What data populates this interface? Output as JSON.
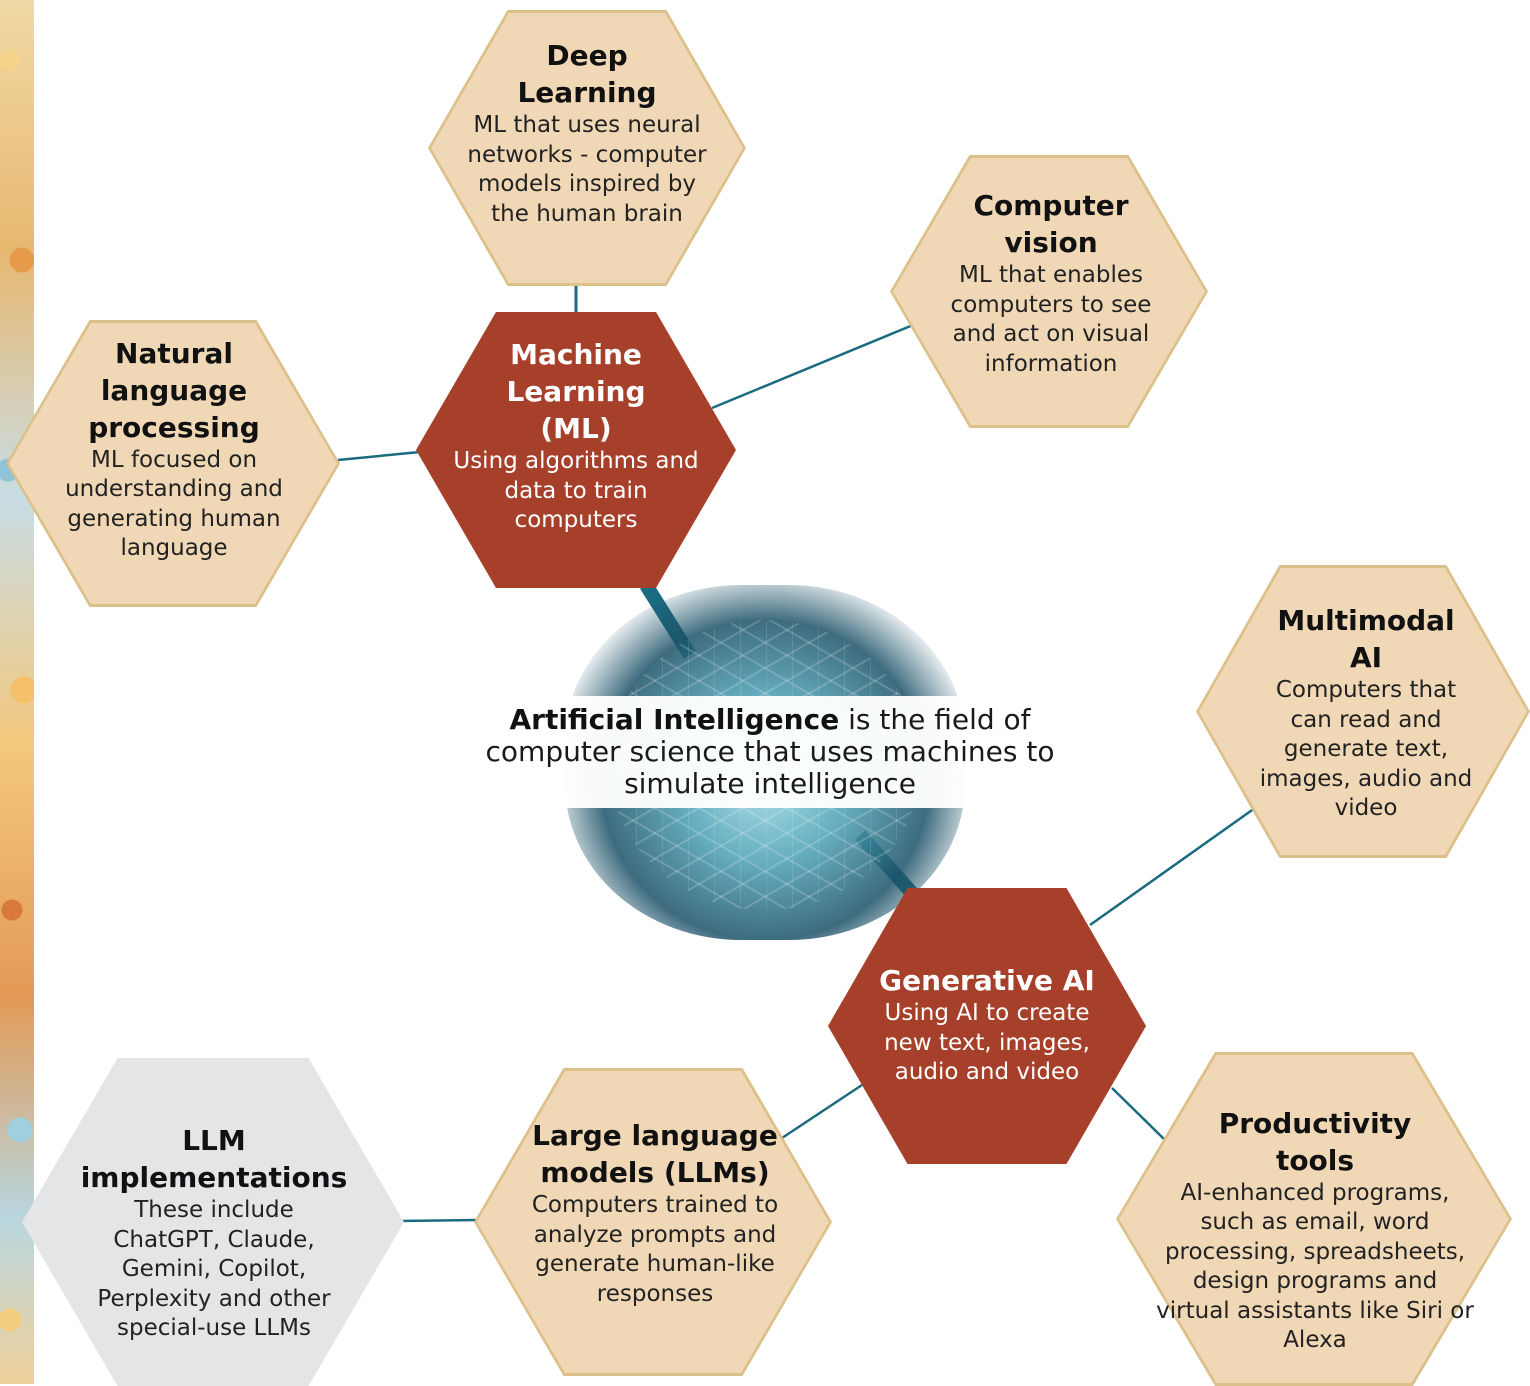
{
  "center": {
    "term": "Artificial Intelligence",
    "definition": " is the field of computer science that uses machines to simulate intelligence"
  },
  "nodes": {
    "ml": {
      "title": "Machine Learning (ML)",
      "desc": "Using algorithms and data to train computers"
    },
    "deep_learning": {
      "title": "Deep Learning",
      "desc": "ML that uses neural networks - computer models inspired by the human brain"
    },
    "computer_vision": {
      "title": "Computer vision",
      "desc": "ML that enables computers to see and act on visual information"
    },
    "nlp": {
      "title": "Natural language processing",
      "desc": "ML focused on understanding and generating human language"
    },
    "gen_ai": {
      "title": "Generative AI",
      "desc": "Using AI to create new text, images, audio and video"
    },
    "multimodal": {
      "title": "Multimodal AI",
      "desc": "Computers that can read and generate text, images, audio and video"
    },
    "llms": {
      "title": "Large language models (LLMs)",
      "desc": "Computers trained to analyze prompts and generate human-like responses"
    },
    "llm_impl": {
      "title": "LLM implementations",
      "desc": "These include ChatGPT, Claude, Gemini, Copilot, Perplexity and other special-use LLMs"
    },
    "productivity": {
      "title": "Productivity tools",
      "desc": "AI-enhanced programs, such as email, word processing, spreadsheets, design programs and virtual assistants like Siri or Alexa"
    }
  },
  "colors": {
    "accent_red": "#a7402a",
    "tan_fill": "#f0d8b6",
    "tan_border": "#dcc08a",
    "gray_fill": "#e4e5e7",
    "connector": "#1b6b80"
  }
}
